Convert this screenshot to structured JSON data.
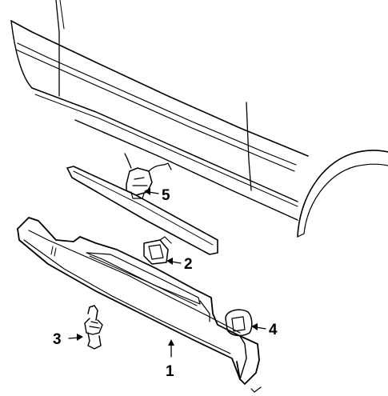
{
  "diagram": {
    "callouts": [
      {
        "id": "1",
        "label": "1"
      },
      {
        "id": "2",
        "label": "2"
      },
      {
        "id": "3",
        "label": "3"
      },
      {
        "id": "4",
        "label": "4"
      },
      {
        "id": "5",
        "label": "5"
      }
    ],
    "colors": {
      "ink": "#000000",
      "background": "#ffffff"
    }
  }
}
